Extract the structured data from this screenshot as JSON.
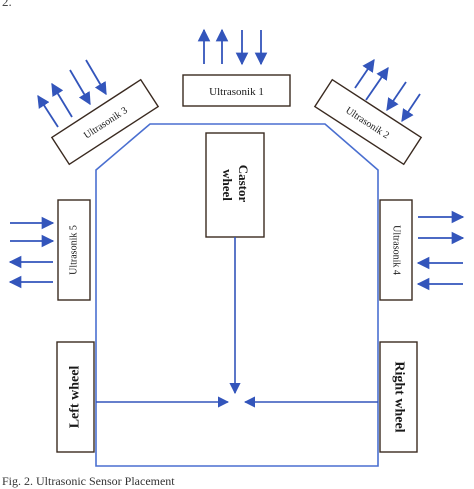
{
  "page_number": "2.",
  "sensors": {
    "ultrasonik_1": "Ultrasonik 1",
    "ultrasonik_2": "Ultrasonik 2",
    "ultrasonik_3": "Ultrasonik 3",
    "ultrasonik_4": "Ultrasonik 4",
    "ultrasonik_5": "Ultrasonik 5"
  },
  "wheels": {
    "castor_line1": "Castor",
    "castor_line2": "wheel",
    "left": "Left wheel",
    "right": "Right wheel"
  },
  "caption": "Fig. 2.  Ultrasonic Sensor Placement",
  "colors": {
    "arrow": "#3355bb",
    "outline": "#4a6fd0",
    "box_border": "#3a2a20"
  }
}
